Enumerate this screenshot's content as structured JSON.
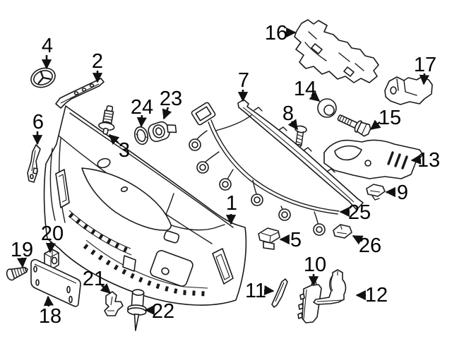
{
  "diagram": {
    "figure_type": "exploded-parts-diagram",
    "subject": "front bumper assembly",
    "background_color": "#ffffff",
    "line_color": "#1a1a1a",
    "label_color": "#000000",
    "callout_count": 26,
    "callouts": {
      "c1": {
        "number": "1",
        "part": "bumper-cover"
      },
      "c2": {
        "number": "2",
        "part": "upper-molding-strip"
      },
      "c3": {
        "number": "3",
        "part": "mounting-stud"
      },
      "c4": {
        "number": "4",
        "part": "emblem-badge"
      },
      "c5": {
        "number": "5",
        "part": "retaining-clip"
      },
      "c6": {
        "number": "6",
        "part": "side-cover"
      },
      "c7": {
        "number": "7",
        "part": "lower-molding-strip"
      },
      "c8": {
        "number": "8",
        "part": "push-rivet"
      },
      "c9": {
        "number": "9",
        "part": "retaining-clip"
      },
      "c10": {
        "number": "10",
        "part": "side-bracket-plate"
      },
      "c11": {
        "number": "11",
        "part": "side-strip"
      },
      "c12": {
        "number": "12",
        "part": "corner-bracket"
      },
      "c13": {
        "number": "13",
        "part": "outer-support-bracket"
      },
      "c14": {
        "number": "14",
        "part": "grommet"
      },
      "c15": {
        "number": "15",
        "part": "hex-bolt"
      },
      "c16": {
        "number": "16",
        "part": "energy-absorber"
      },
      "c17": {
        "number": "17",
        "part": "side-mount-bracket"
      },
      "c18": {
        "number": "18",
        "part": "license-plate-bracket"
      },
      "c19": {
        "number": "19",
        "part": "push-pin"
      },
      "c20": {
        "number": "20",
        "part": "mount-block"
      },
      "c21": {
        "number": "21",
        "part": "clip-bracket"
      },
      "c22": {
        "number": "22",
        "part": "expansion-rivet"
      },
      "c23": {
        "number": "23",
        "part": "parking-sensor"
      },
      "c24": {
        "number": "24",
        "part": "sensor-seal-ring"
      },
      "c25": {
        "number": "25",
        "part": "wiring-harness"
      },
      "c26": {
        "number": "26",
        "part": "cap-cover"
      }
    }
  }
}
